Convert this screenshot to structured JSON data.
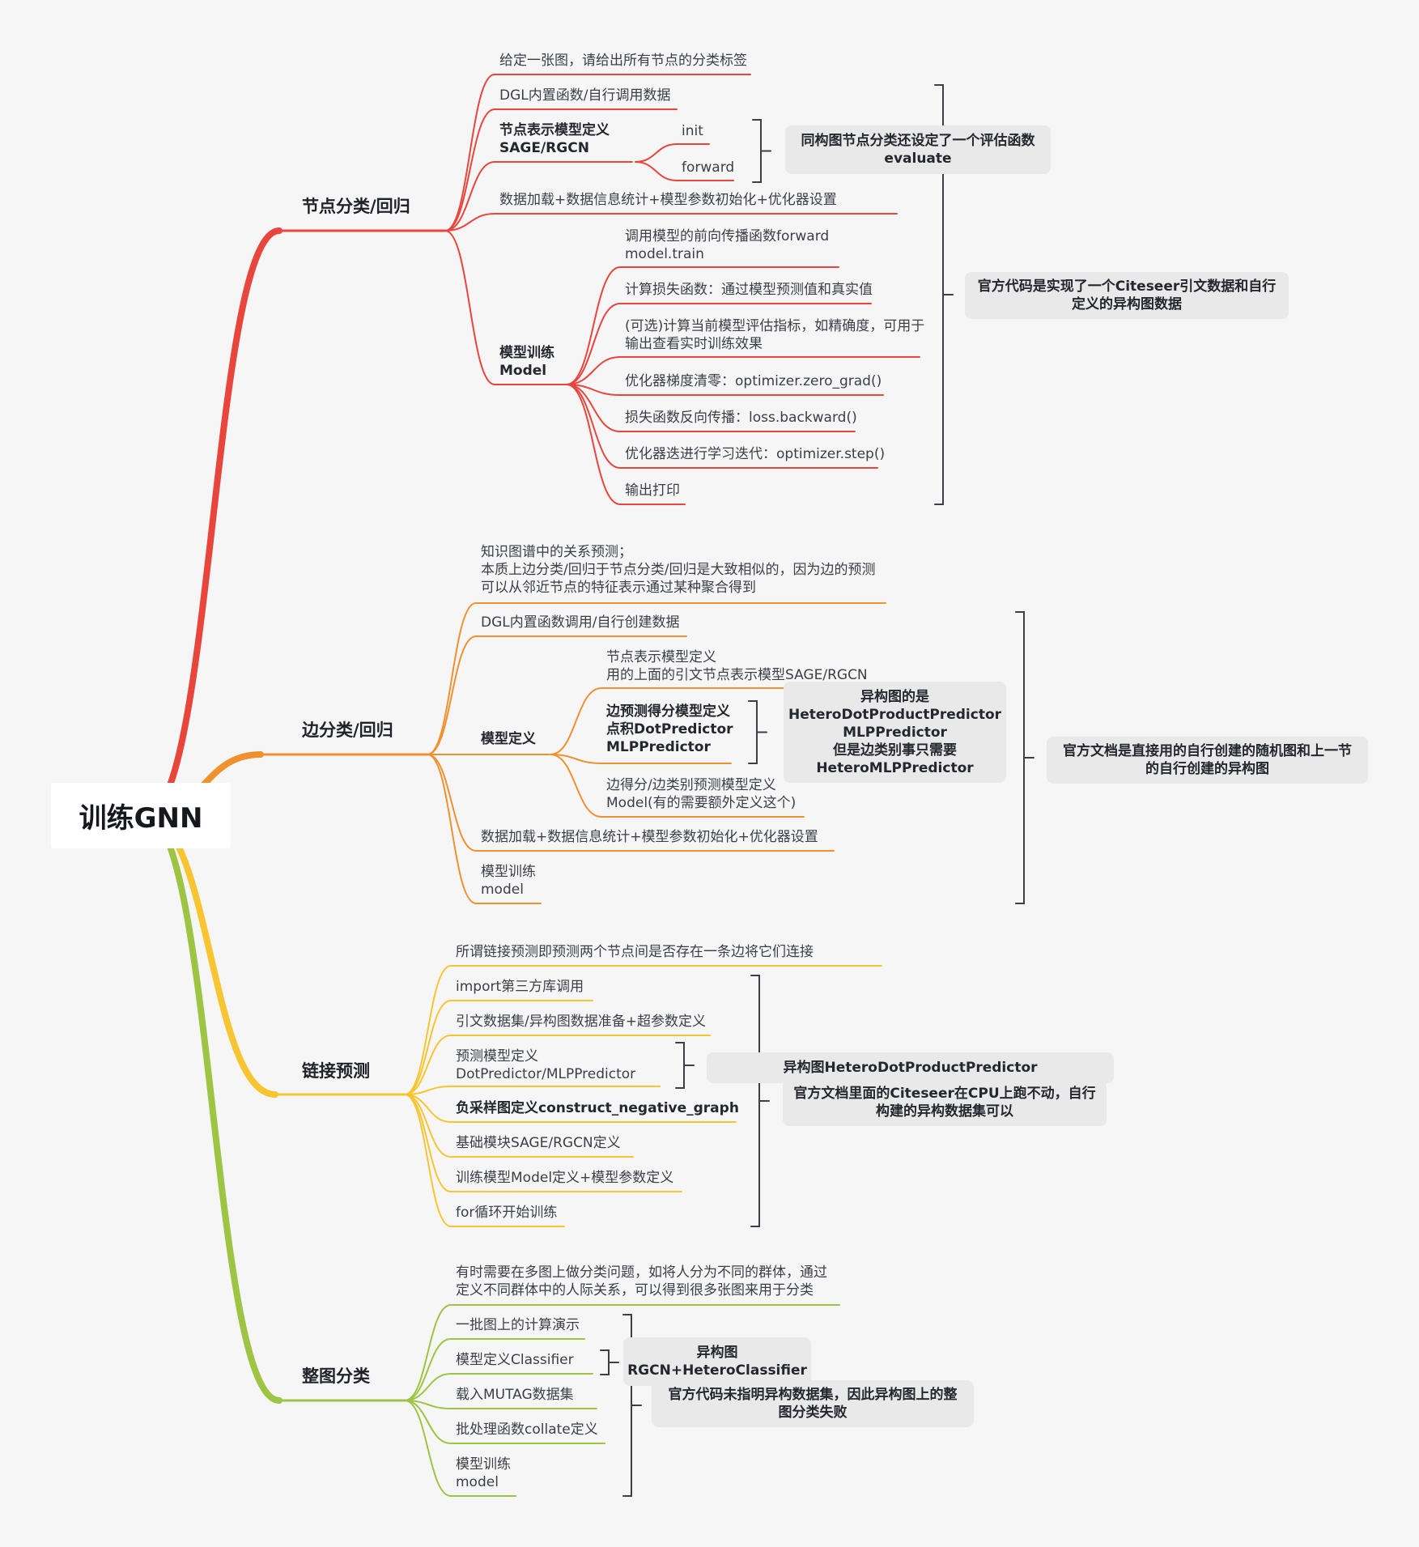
{
  "root": {
    "label": "训练GNN"
  },
  "branches": [
    {
      "label": "节点分类/回归",
      "color": "#e8453c",
      "items": [
        {
          "text": "给定一张图，请给出所有节点的分类标签"
        },
        {
          "text": "DGL内置函数/自行调用数据"
        },
        {
          "text": "节点表示模型定义\nSAGE/RGCN",
          "children": [
            "init",
            "forward"
          ]
        },
        {
          "text": "数据加载+数据信息统计+模型参数初始化+优化器设置"
        },
        {
          "text": "模型训练\nModel",
          "children": [
            "调用模型的前向传播函数forward\nmodel.train",
            "计算损失函数：通过模型预测值和真实值",
            "(可选)计算当前模型评估指标，如精确度，可用于\n输出查看实时训练效果",
            "优化器梯度清零：optimizer.zero_grad()",
            "损失函数反向传播：loss.backward()",
            "优化器迭进行学习迭代：optimizer.step()",
            "输出打印"
          ]
        }
      ],
      "notes": [
        "同构图节点分类还设定了一个评估函数\nevaluate",
        "官方代码是实现了一个Citeseer引文数据和自行\n定义的异构图数据"
      ]
    },
    {
      "label": "边分类/回归",
      "color": "#f0902f",
      "items": [
        {
          "text": "知识图谱中的关系预测；\n本质上边分类/回归于节点分类/回归是大致相似的，因为边的预测\n可以从邻近节点的特征表示通过某种聚合得到"
        },
        {
          "text": "DGL内置函数调用/自行创建数据"
        },
        {
          "text": "模型定义",
          "children": [
            "节点表示模型定义\n用的上面的引文节点表示模型SAGE/RGCN",
            "边预测得分模型定义\n点积DotPredictor\nMLPPredictor",
            "边得分/边类别预测模型定义\nModel(有的需要额外定义这个)"
          ]
        },
        {
          "text": "数据加载+数据信息统计+模型参数初始化+优化器设置"
        },
        {
          "text": "模型训练\nmodel"
        }
      ],
      "notes": [
        "异构图的是\nHeteroDotProductPredictor\nMLPPredictor\n但是边类别事只需要\nHeteroMLPPredictor",
        "官方文档是直接用的自行创建的随机图和上一节\n的自行创建的异构图"
      ]
    },
    {
      "label": "链接预测",
      "color": "#f7c531",
      "items": [
        {
          "text": "所谓链接预测即预测两个节点间是否存在一条边将它们连接"
        },
        {
          "text": "import第三方库调用"
        },
        {
          "text": "引文数据集/异构图数据准备+超参数定义"
        },
        {
          "text": "预测模型定义\nDotPredictor/MLPPredictor"
        },
        {
          "text": "负采样图定义construct_negative_graph"
        },
        {
          "text": "基础模块SAGE/RGCN定义"
        },
        {
          "text": "训练模型Model定义+模型参数定义"
        },
        {
          "text": "for循环开始训练"
        }
      ],
      "notes": [
        "异构图HeteroDotProductPredictor",
        "官方文档里面的Citeseer在CPU上跑不动，自行\n构建的异构数据集可以"
      ]
    },
    {
      "label": "整图分类",
      "color": "#9ec444",
      "items": [
        {
          "text": "有时需要在多图上做分类问题，如将人分为不同的群体，通过\n定义不同群体中的人际关系，可以得到很多张图来用于分类"
        },
        {
          "text": "一批图上的计算演示"
        },
        {
          "text": "模型定义Classifier"
        },
        {
          "text": "载入MUTAG数据集"
        },
        {
          "text": "批处理函数collate定义"
        },
        {
          "text": "模型训练\nmodel"
        }
      ],
      "notes": [
        "异构图\nRGCN+HeteroClassifier",
        "官方代码未指明异构数据集，因此异构图上的整\n图分类失败"
      ]
    }
  ]
}
